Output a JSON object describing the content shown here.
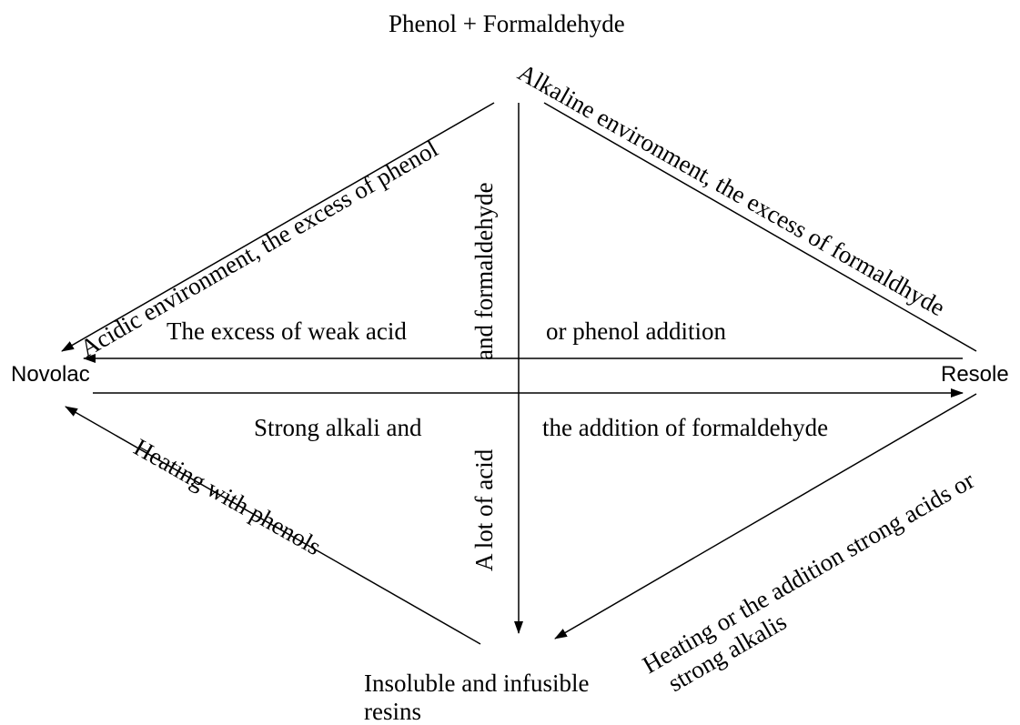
{
  "nodes": {
    "top": "Phenol + Formaldehyde",
    "left": "Novolac",
    "right": "Resole",
    "bottom_line1": "Insoluble and infusible",
    "bottom_line2": "resins"
  },
  "labels": {
    "acidic": "Acidic environment,  the excess of phenol",
    "alkaline": "Alkaline environment, the excess of formaldhyde",
    "weak_acid": "The excess  of weak acid",
    "phenol_addition": "or phenol addition",
    "strong_alkali": "Strong alkali and",
    "formaldehyde_addition": "the addition of formaldehyde",
    "and_formaldehyde": "and formaldehyde",
    "lot_of_acid": "A lot of acid",
    "heating_phenols": "Heating with phenols",
    "heating_addition": "Heating or the addition strong acids or",
    "strong_alkalis": "strong alkalis"
  },
  "colors": {
    "line": "#000000",
    "text": "#000000",
    "background": "#ffffff"
  }
}
